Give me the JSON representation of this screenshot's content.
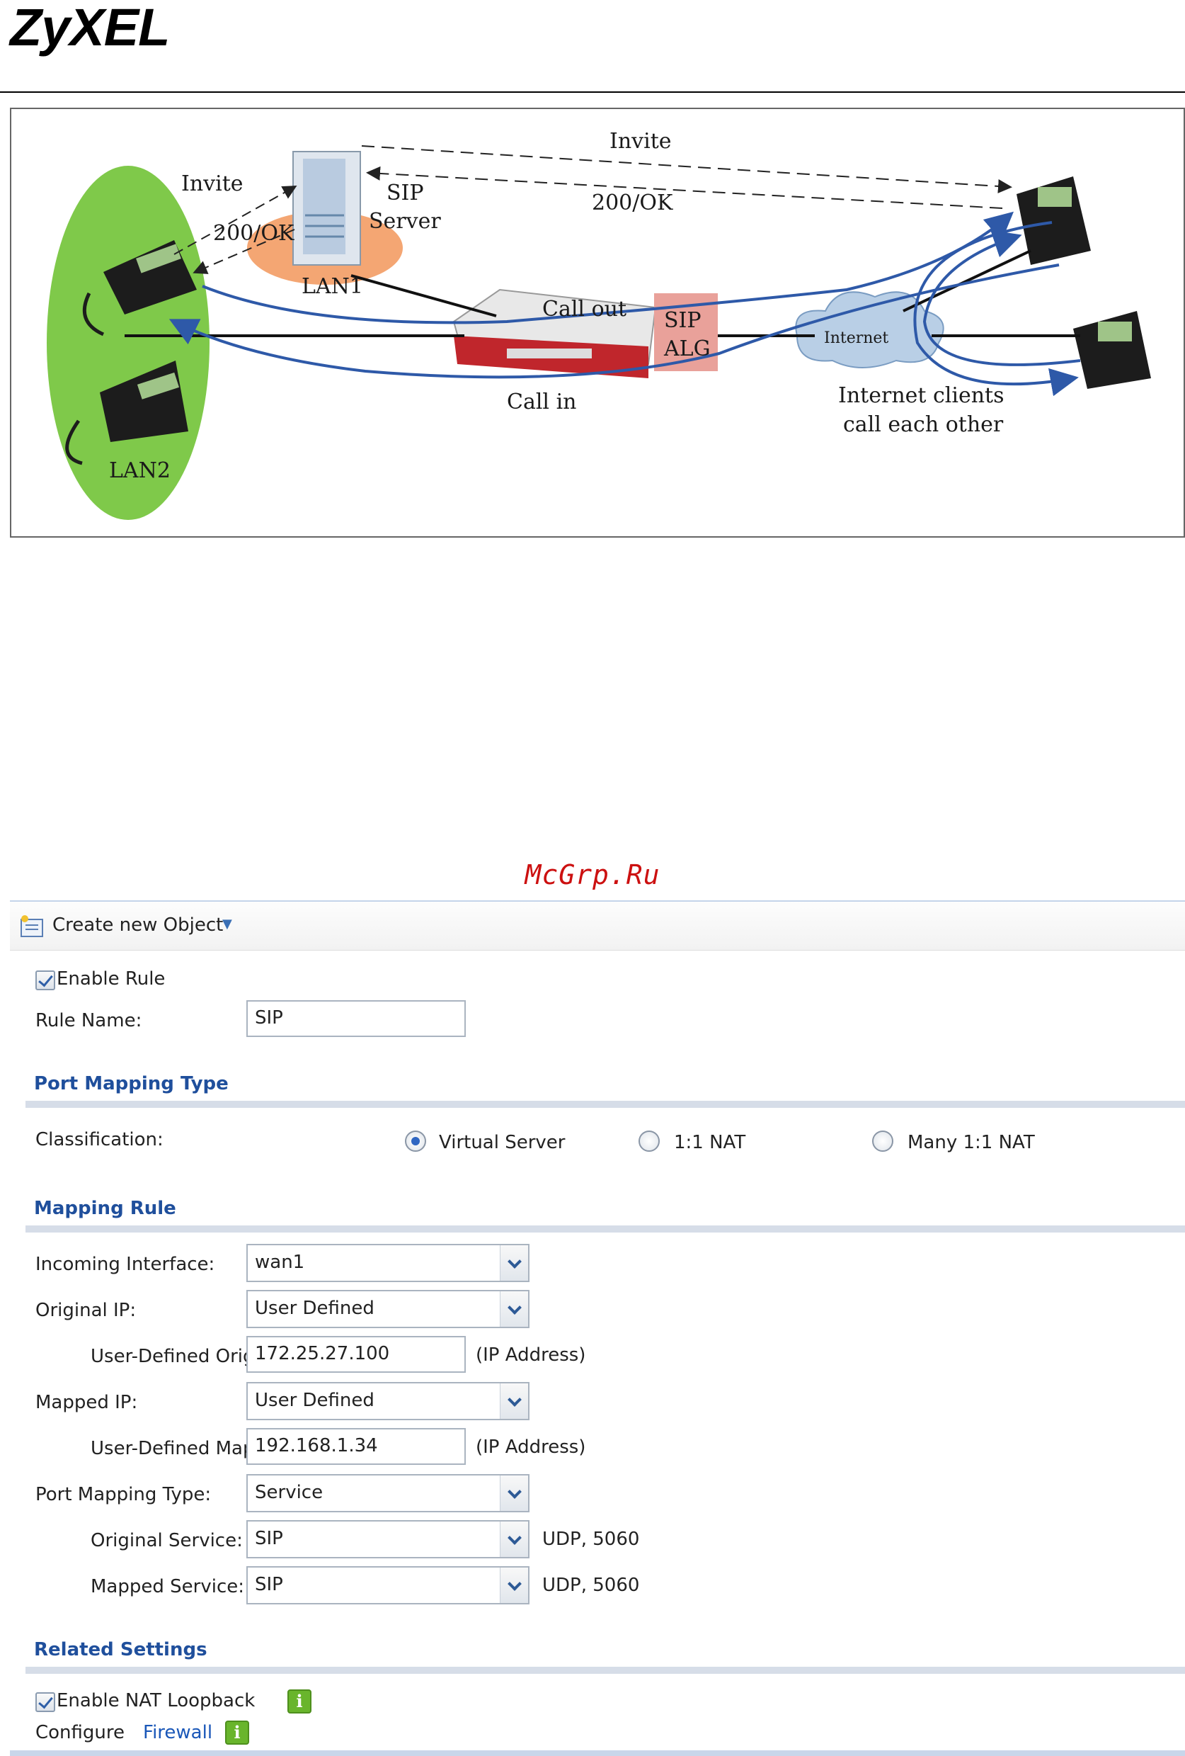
{
  "header": {
    "logo": "ZyXEL",
    "watermark": "McGrp.Ru"
  },
  "diagram": {
    "invite_left": "Invite",
    "ok_left": "200/OK",
    "sip_server_line1": "SIP",
    "sip_server_line2": "Server",
    "lan1": "LAN1",
    "lan2": "LAN2",
    "invite_top": "Invite",
    "ok_top": "200/OK",
    "call_out": "Call out",
    "call_in": "Call in",
    "sip_alg_line1": "SIP",
    "sip_alg_line2": "ALG",
    "internet": "Internet",
    "clients_line1": "Internet clients",
    "clients_line2": "call each other"
  },
  "toolbar": {
    "create_label": "Create new Object"
  },
  "form": {
    "enable_rule_label": "Enable Rule",
    "enable_rule_checked": true,
    "rule_name_label": "Rule Name:",
    "rule_name_value": "SIP",
    "port_mapping_type_title": "Port Mapping Type",
    "classification_label": "Classification:",
    "classification_options": [
      "Virtual Server",
      "1:1 NAT",
      "Many 1:1 NAT"
    ],
    "classification_selected": "Virtual Server",
    "mapping_rule_title": "Mapping Rule",
    "incoming_interface_label": "Incoming Interface:",
    "incoming_interface_value": "wan1",
    "original_ip_label": "Original IP:",
    "original_ip_value": "User Defined",
    "user_defined_original_ip_label": "User-Defined Original IP:",
    "user_defined_original_ip_value": "172.25.27.100",
    "ip_address_hint": "(IP Address)",
    "mapped_ip_label": "Mapped IP:",
    "mapped_ip_value": "User Defined",
    "user_defined_mapped_ip_label": "User-Defined Mapped IP:",
    "user_defined_mapped_ip_value": "192.168.1.34",
    "port_mapping_type_label": "Port Mapping Type:",
    "port_mapping_type_value": "Service",
    "original_service_label": "Original Service:",
    "original_service_value": "SIP",
    "original_service_hint": "UDP, 5060",
    "mapped_service_label": "Mapped Service:",
    "mapped_service_value": "SIP",
    "mapped_service_hint": "UDP, 5060",
    "related_settings_title": "Related Settings",
    "enable_nat_loopback_label": "Enable NAT Loopback",
    "configure_label": "Configure",
    "firewall_link": "Firewall"
  }
}
